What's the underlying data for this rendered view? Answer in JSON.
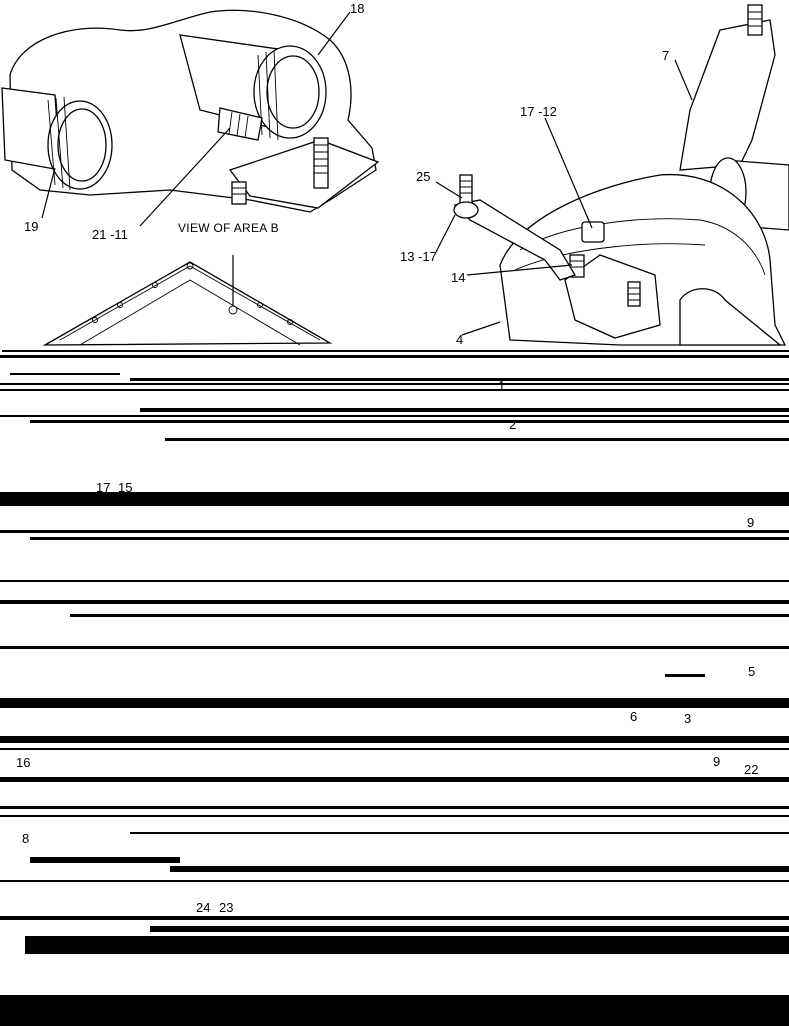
{
  "caption": "VIEW OF AREA  B",
  "callouts": {
    "c18": "18",
    "c19": "19",
    "c21_11": "21 -11",
    "c7": "7",
    "c17_12": "17 -12",
    "c25": "25",
    "c13_17": "13 -17",
    "c14": "14",
    "c4": "4",
    "c1": "1",
    "c2": "2",
    "c17": "17",
    "c15": "15",
    "c9a": "9",
    "c5": "5",
    "c6": "6",
    "c3": "3",
    "c16": "16",
    "c9b": "9",
    "c22": "22",
    "c8": "8",
    "c24": "24",
    "c23": "23"
  }
}
